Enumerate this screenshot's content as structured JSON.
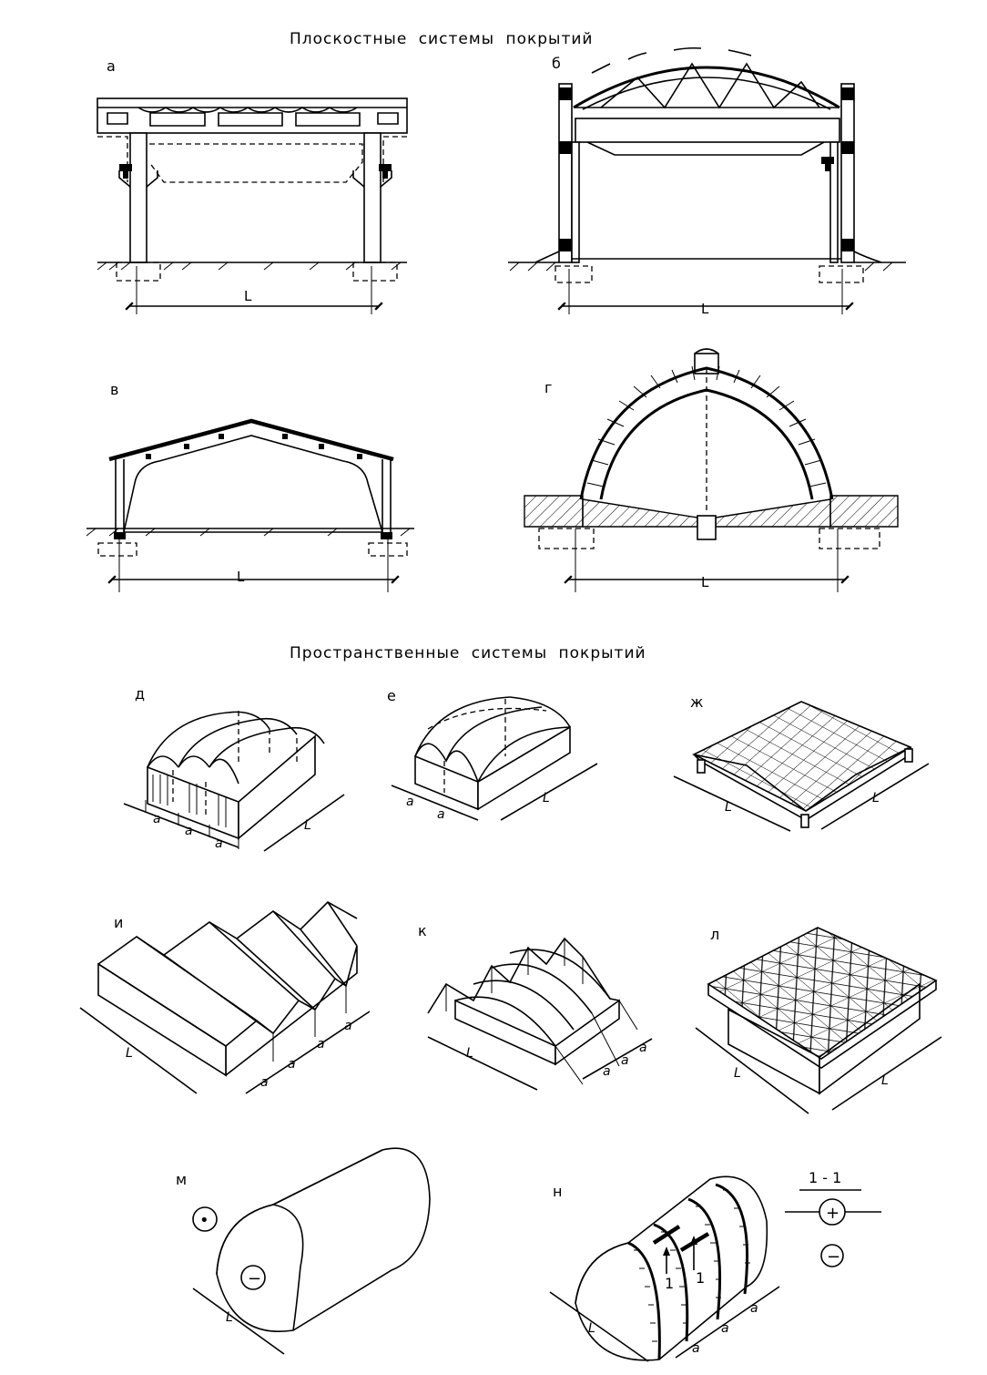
{
  "titles": {
    "planar": "Плоскостные системы покрытий",
    "spatial": "Пространственные системы покрытий"
  },
  "labels": {
    "a": "а",
    "b": "б",
    "v": "в",
    "g": "г",
    "d": "д",
    "e": "е",
    "zh": "ж",
    "i": "и",
    "k": "к",
    "l": "л",
    "m": "м",
    "n": "н"
  },
  "dims": {
    "span": "L",
    "module": "a"
  },
  "section": {
    "title": "1 - 1",
    "plus": "+",
    "minus": "−",
    "cut_mark": "1"
  },
  "symbols": {
    "m_dot": "•",
    "m_minus": "−"
  }
}
